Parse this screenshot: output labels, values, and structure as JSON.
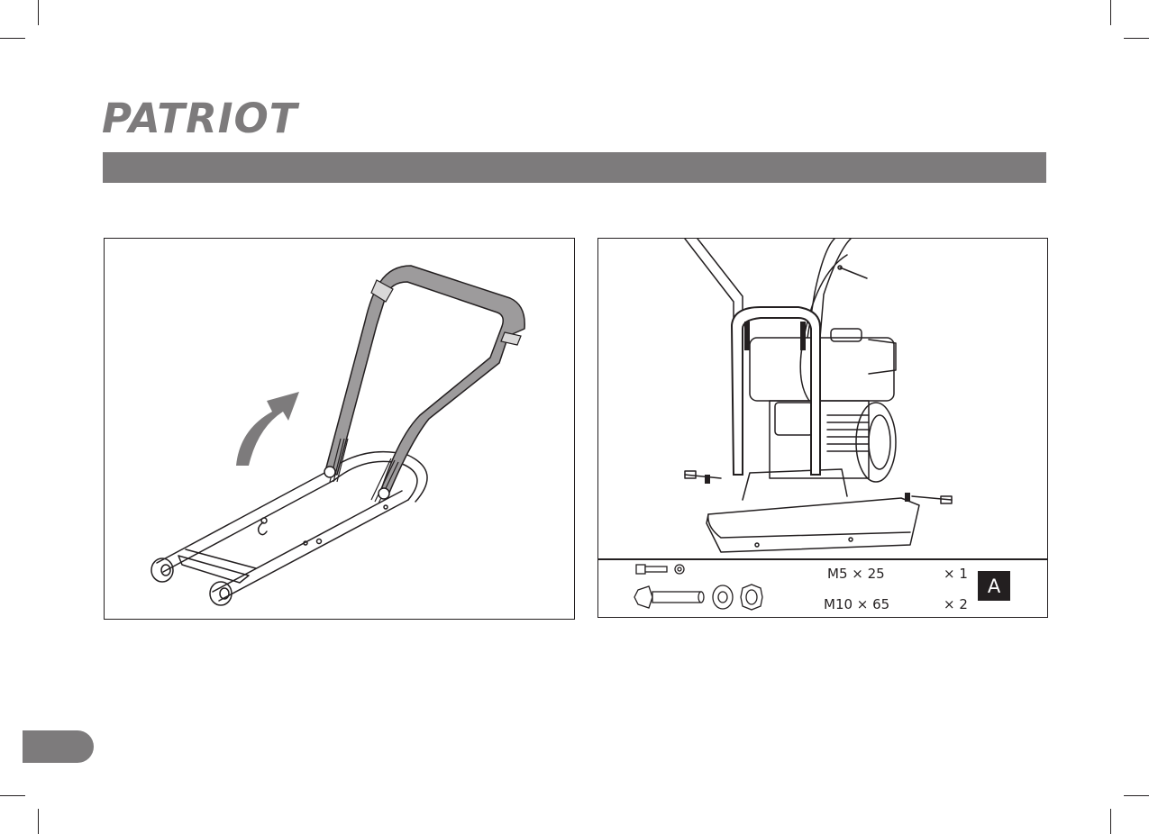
{
  "brand": {
    "logo_text": "PATRIOT"
  },
  "colors": {
    "accent_gray": "#7d7b7c",
    "ink": "#231f20",
    "paper": "#ffffff"
  },
  "left_panel": {
    "icon": "rotate-arrow-icon"
  },
  "right_panel": {
    "parts": [
      {
        "size": "M5 × 25",
        "qty": "× 1"
      },
      {
        "size": "M10 × 65",
        "qty": "× 2"
      }
    ],
    "kit_label": "A"
  }
}
